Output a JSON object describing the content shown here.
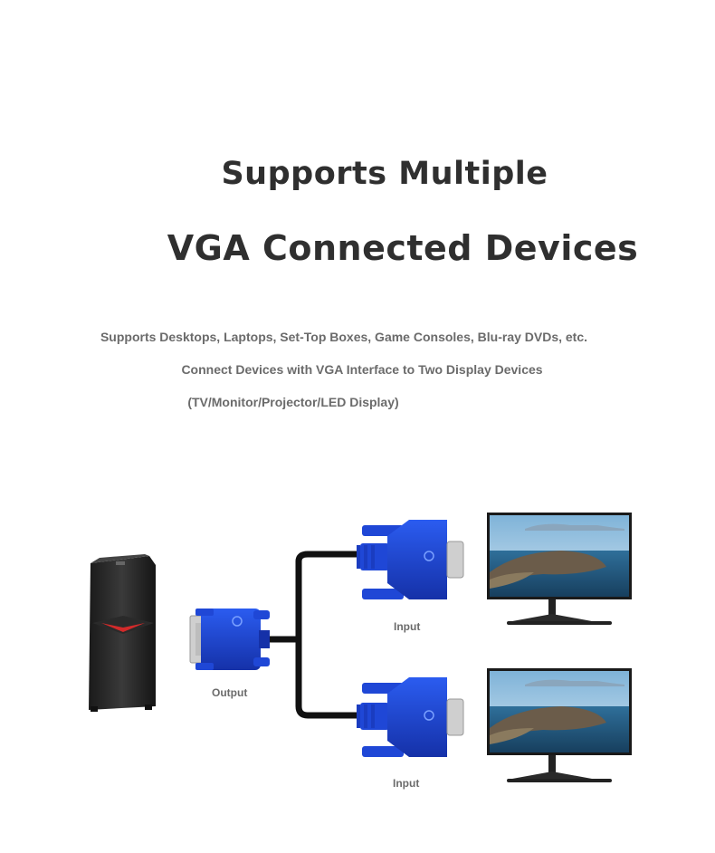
{
  "heading": {
    "line1": "Supports Multiple",
    "line2": "VGA Connected Devices"
  },
  "description": {
    "line1": "Supports Desktops, Laptops, Set-Top Boxes, Game Consoles, Blu-ray DVDs, etc.",
    "line2": "Connect Devices with VGA Interface to Two Display Devices",
    "line3": "(TV/Monitor/Projector/LED Display)"
  },
  "diagram": {
    "output_label": "Output",
    "input_label_top": "Input",
    "input_label_bottom": "Input",
    "connector_color": "#1f47d6",
    "cable_color": "#111111",
    "pc_accent_color": "#d22a2a",
    "icons": [
      "desktop-pc-icon",
      "vga-connector-icon",
      "monitor-icon"
    ]
  }
}
